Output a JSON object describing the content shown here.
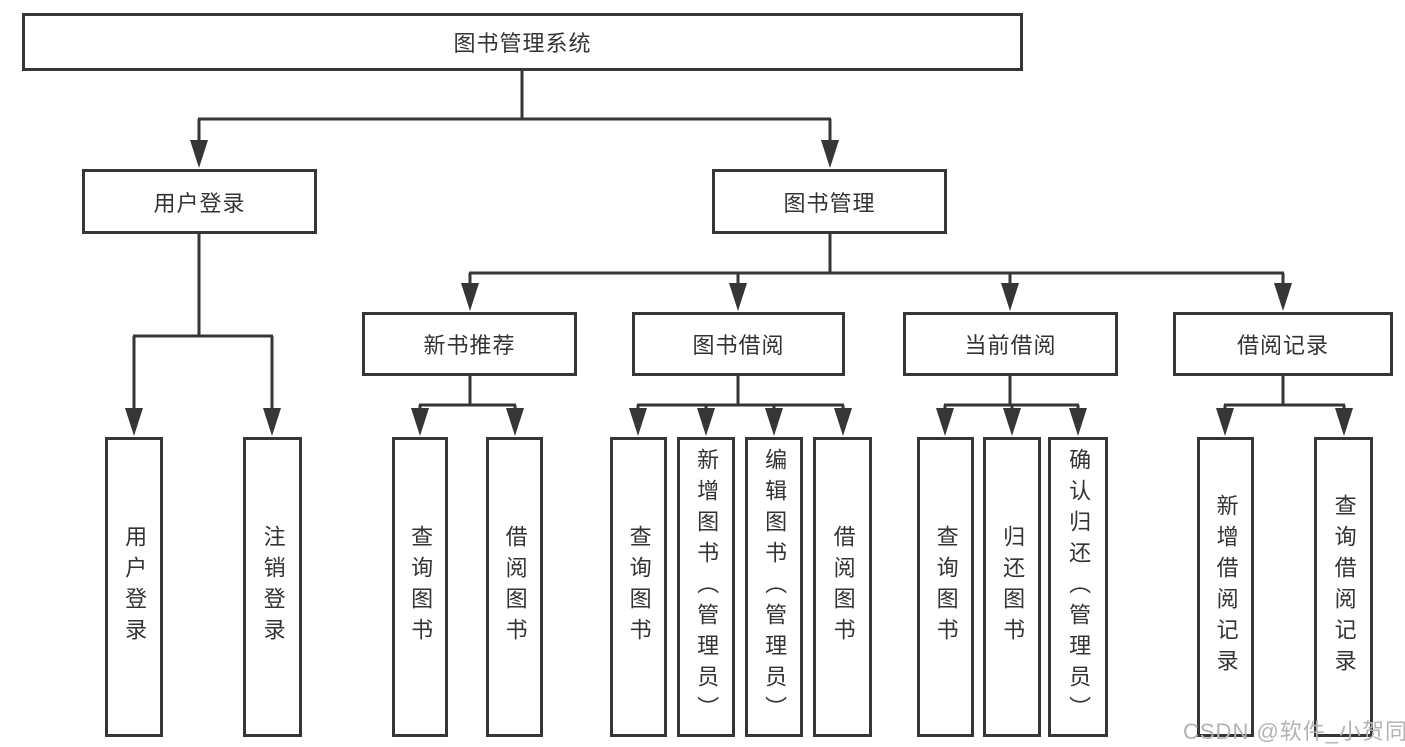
{
  "tree": {
    "label": "图书管理系统",
    "children": [
      {
        "label": "用户登录",
        "children": [
          {
            "label": "用户登录"
          },
          {
            "label": "注销登录"
          }
        ]
      },
      {
        "label": "图书管理",
        "children": [
          {
            "label": "新书推荐",
            "children": [
              {
                "label": "查询图书"
              },
              {
                "label": "借阅图书"
              }
            ]
          },
          {
            "label": "图书借阅",
            "children": [
              {
                "label": "查询图书"
              },
              {
                "label": "新增图书（管理员）"
              },
              {
                "label": "编辑图书（管理员）"
              },
              {
                "label": "借阅图书"
              }
            ]
          },
          {
            "label": "当前借阅",
            "children": [
              {
                "label": "查询图书"
              },
              {
                "label": "归还图书"
              },
              {
                "label": "确认归还（管理员）"
              }
            ]
          },
          {
            "label": "借阅记录",
            "children": [
              {
                "label": "新增借阅记录"
              },
              {
                "label": "查询借阅记录"
              }
            ]
          }
        ]
      }
    ]
  },
  "watermark": "CSDN @软件_小贺同学",
  "colors": {
    "line": "#363636",
    "text": "#333333",
    "watermark": "#b3b3b3",
    "background": "#ffffff"
  }
}
